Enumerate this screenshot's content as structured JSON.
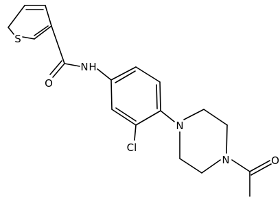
{
  "molecule": {
    "atom_labels": {
      "sulfur": "S",
      "oxygen_amide": "O",
      "amide_nitrogen": "N",
      "amide_hydrogen": "H",
      "chlorine": "Cl",
      "piperazine_n1": "N",
      "piperazine_n4": "N",
      "oxygen_acetyl": "O"
    },
    "colors": {
      "bond": "#000000",
      "label": "#000000",
      "background": "#ffffff"
    }
  }
}
